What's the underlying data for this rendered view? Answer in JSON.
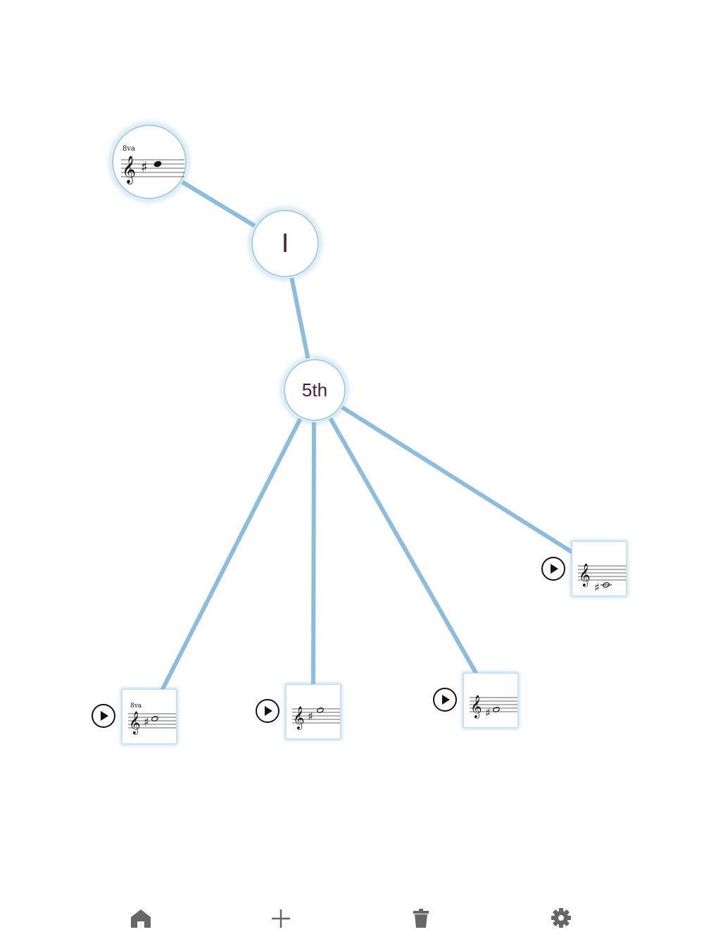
{
  "tree": {
    "root": {
      "octave_mark": "8va",
      "note": "C#"
    },
    "chord_node": {
      "label": "I"
    },
    "interval_node": {
      "label": "5th"
    },
    "results": [
      {
        "octave_mark": "8va",
        "note": "C#"
      },
      {
        "octave_mark": "",
        "note": "C#"
      },
      {
        "octave_mark": "",
        "note": "G#"
      },
      {
        "octave_mark": "",
        "note": "C#"
      }
    ]
  },
  "colors": {
    "link": "#8dbcdc",
    "node_border": "#a9cde3",
    "node_text": "#4a2236",
    "toolbar_icon": "#666666"
  },
  "toolbar": {
    "icons": [
      "home-icon",
      "plus-icon",
      "trash-icon",
      "gear-icon"
    ]
  }
}
